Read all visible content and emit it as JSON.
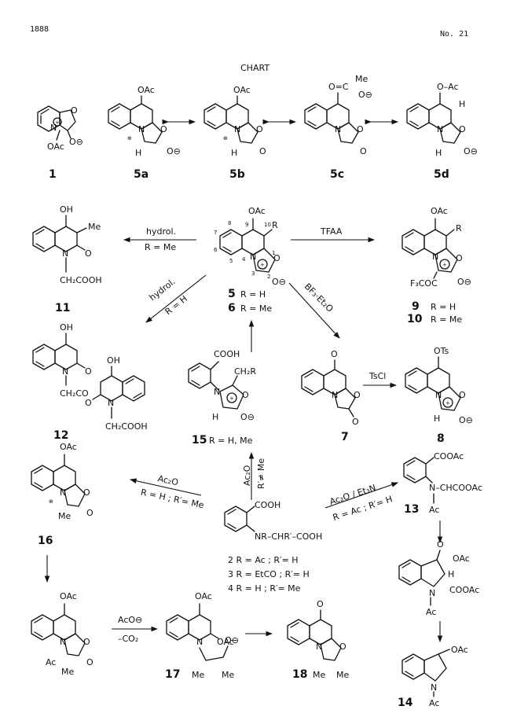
{
  "header": {
    "page": "1888",
    "issue": "No. 21",
    "title": "CHART"
  },
  "compounds": {
    "c1": {
      "num": "1",
      "ring_sub": "OAc",
      "o1": "O",
      "o2": "O⊖",
      "n": "N"
    },
    "c5a": {
      "num": "5a",
      "top": "OAc",
      "h": "H",
      "o": "O",
      "om": "O⊖",
      "n": "N"
    },
    "c5b": {
      "num": "5b",
      "top": "OAc",
      "h": "H",
      "o": "O",
      "ok": "O",
      "n": "N"
    },
    "c5c": {
      "num": "5c",
      "me": "Me",
      "top": "O=C",
      "om": "O⊖",
      "o": "O",
      "ok": "O",
      "n": "N"
    },
    "c5d": {
      "num": "5d",
      "top": "O–Ac",
      "h": "H",
      "h2": "H",
      "o": "O",
      "om": "O⊖",
      "n": "N"
    },
    "c11": {
      "num": "11",
      "oh": "OH",
      "me": "Me",
      "o": "O",
      "chain": "CH₂COOH",
      "n": "N"
    },
    "c5": {
      "top": "OAc",
      "r": "R",
      "o": "O",
      "om": "O⊖",
      "n": "N",
      "label5": "5",
      "label6": "6",
      "r5": "R = H",
      "r6": "R = Me",
      "nums": [
        "9",
        "10",
        "8",
        "7",
        "6",
        "5",
        "4",
        "3",
        "1",
        "2"
      ]
    },
    "c9": {
      "top": "OAc",
      "r": "R",
      "o": "O",
      "om": "O⊖",
      "sub": "F₃COC",
      "n": "N",
      "label9": "9",
      "label10": "10",
      "r9": "R = H",
      "r10": "R = Me"
    },
    "c12": {
      "num": "12",
      "oh1": "OH",
      "oh2": "OH",
      "o1": "O",
      "o2": "O",
      "link": "CH₂CO",
      "chain": "CH₂COOH",
      "n1": "N",
      "n2": "N"
    },
    "c15": {
      "num": "15",
      "cooh": "COOH",
      "ch2r": "CH₂R",
      "h": "H",
      "o": "O",
      "om": "O⊖",
      "n": "N",
      "r": "R = H, Me"
    },
    "c7": {
      "num": "7",
      "o1": "O",
      "o2": "O",
      "o3": "O",
      "n": "N"
    },
    "c8": {
      "num": "8",
      "top": "OTs",
      "h": "H",
      "o": "O",
      "om": "O⊖",
      "n": "N"
    },
    "c16": {
      "num": "16",
      "top": "OAc",
      "me": "Me",
      "o": "O",
      "ok": "O",
      "n": "N"
    },
    "c2": {
      "cooh": "COOH",
      "chain": "NR–CHR′–COOH",
      "r2": "2  R = Ac ; R′= H",
      "r3": "3  R = EtCO ; R′= H",
      "r4": "4  R = H ;  R′= Me"
    },
    "c13": {
      "num": "13",
      "cooac": "COOAc",
      "chain": "N–CHCOOAc",
      "ac": "Ac",
      "n": "N"
    },
    "c13b": {
      "oac": "OAc",
      "h": "H",
      "cooac": "COOAc",
      "ac": "Ac",
      "o": "O",
      "n": "N"
    },
    "c14": {
      "num": "14",
      "oac": "OAc",
      "ac": "Ac",
      "n": "N"
    },
    "cB": {
      "top": "OAc",
      "ac": "Ac",
      "me": "Me",
      "o": "O",
      "ok": "O",
      "n": "N"
    },
    "c17": {
      "num": "17",
      "top": "OAc",
      "oac": "OAc",
      "me1": "Me",
      "me2": "Me",
      "o": "O⊖",
      "n": "N"
    },
    "c18": {
      "num": "18",
      "o1": "O",
      "o2": "O",
      "me1": "Me",
      "me2": "Me",
      "n": "N"
    }
  },
  "reagents": {
    "hydrol1": "hydrol.",
    "rme1": "R = Me",
    "tfaa": "TFAA",
    "hydrol2": "hydrol.",
    "rh2": "R = H",
    "bf3": "BF₃·Et₂O",
    "tscl": "TsCl",
    "ac2o_a": "Ac₂O",
    "ac2o_a_cond": "R = H ; R′= Me",
    "ac2o_b": "Ac₂O",
    "ac2o_b_cond": "R′≠ Me",
    "ac2o_c": "Ac₂O / Et₃N",
    "ac2o_c_cond": "R = Ac ; R′= H",
    "aco": "AcO⊖",
    "co2": "–CO₂"
  }
}
